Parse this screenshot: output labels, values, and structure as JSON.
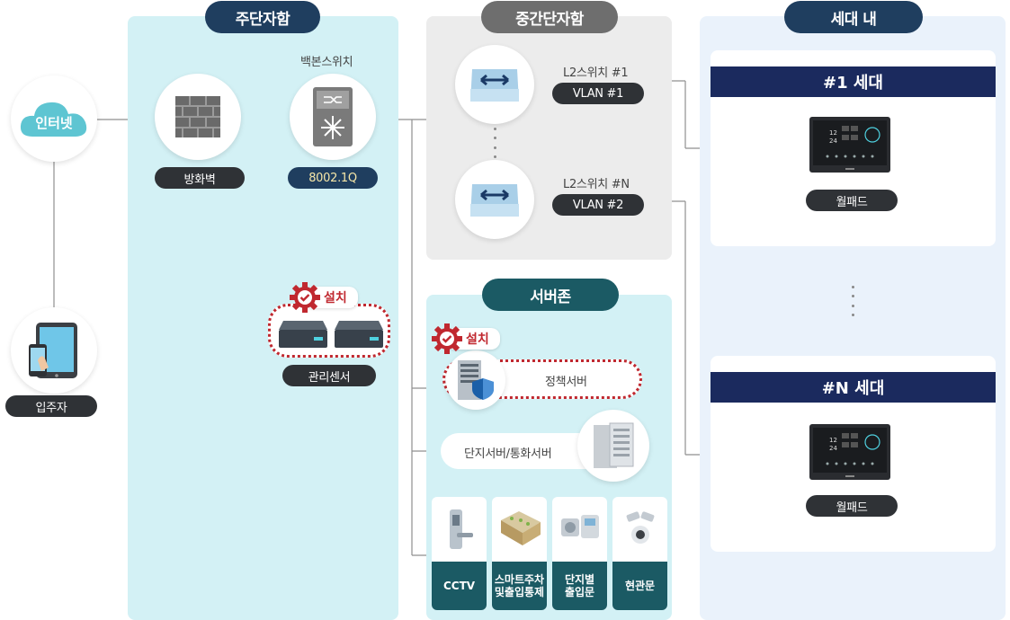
{
  "zones": {
    "main": "주단자함",
    "middle": "중간단자함",
    "household": "세대 내",
    "server": "서버존"
  },
  "internet": {
    "label": "인터넷"
  },
  "resident": {
    "label": "입주자"
  },
  "firewall": {
    "label": "방화벽"
  },
  "backbone": {
    "title": "백본스위치",
    "tag": "8002.1Q"
  },
  "mgmt": {
    "badge": "설치",
    "label": "관리센서"
  },
  "switches": [
    {
      "title": "L2스위치 #1",
      "vlan": "VLAN #1"
    },
    {
      "title": "L2스위치 #N",
      "vlan": "VLAN #2"
    }
  ],
  "policy": {
    "badge": "설치",
    "label": "정책서버"
  },
  "complex_server": {
    "label": "단지서버/통화서버"
  },
  "tiles": [
    "CCTV",
    "스마트주차\n및출입통제",
    "단지별\n출입문",
    "현관문"
  ],
  "units": [
    {
      "header": "#1 세대",
      "device": "월패드"
    },
    {
      "header": "#N 세대",
      "device": "월패드"
    }
  ],
  "colors": {
    "teal_panel": "#d3f1f5",
    "gray_panel": "#ececec",
    "blue_panel": "#eaf2fb",
    "title_dark": "#1f3e5f",
    "title_gray": "#6e6e6e",
    "title_teal": "#1b5a64",
    "unit_header": "#1b2a5e",
    "accent_red": "#c0282f"
  }
}
